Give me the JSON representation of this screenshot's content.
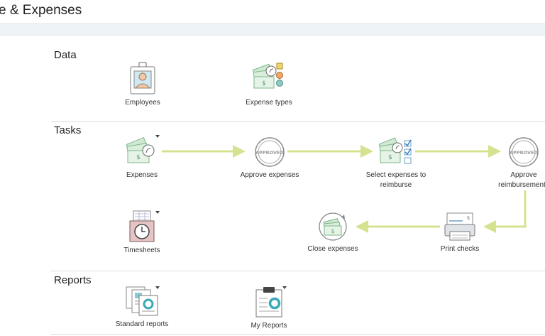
{
  "window": {
    "title": "e & Expenses"
  },
  "sections": {
    "data": {
      "title": "Data",
      "items": [
        {
          "label": "Employees",
          "icon": "employee-badge-icon"
        },
        {
          "label": "Expense types",
          "icon": "expense-types-icon"
        }
      ]
    },
    "tasks": {
      "title": "Tasks",
      "items": [
        {
          "label": "Expenses",
          "icon": "expenses-money-icon"
        },
        {
          "label": "Approve expenses",
          "icon": "approved-stamp-icon"
        },
        {
          "label": "Select expenses to reimburse",
          "icon": "select-expenses-icon"
        },
        {
          "label": "Approve reimbursements",
          "icon": "approved-stamp-icon"
        },
        {
          "label": "Timesheets",
          "icon": "timesheet-clock-icon"
        },
        {
          "label": "Close expenses",
          "icon": "close-expenses-icon"
        },
        {
          "label": "Print checks",
          "icon": "printer-check-icon"
        }
      ],
      "stamp_text": "APPROVED"
    },
    "reports": {
      "title": "Reports",
      "items": [
        {
          "label": "Standard reports",
          "icon": "standard-reports-icon"
        },
        {
          "label": "My Reports",
          "icon": "clipboard-report-icon"
        }
      ]
    }
  },
  "colors": {
    "flow_arrow": "#d4e38f",
    "money_green": "#8fc79a",
    "accent_teal": "#39aab6"
  }
}
